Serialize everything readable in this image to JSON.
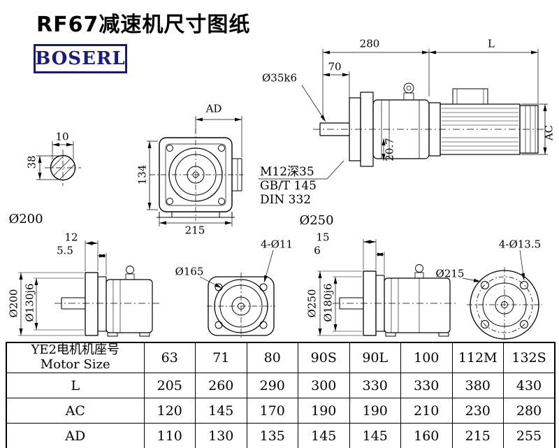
{
  "page": {
    "title": "RF67减速机尺寸图纸",
    "brand": "BOSERL"
  },
  "dims": {
    "shaft_section": {
      "width": "10",
      "height": "38",
      "diameter": "Ø200"
    },
    "front_view": {
      "ad": "AD",
      "height": "134",
      "width": "215"
    },
    "side_view": {
      "overall": "280",
      "motor_length": "L",
      "shaft_len": "70",
      "shaft_dia": "Ø35k6",
      "motor_dia": "AC",
      "key_depth": "20.7",
      "thread_note": "M12深35",
      "std_note": "GB/T 145",
      "din_note": "DIN 332",
      "flange_dia": "Ø250"
    },
    "left_view": {
      "flange_thk": "12",
      "spigot_len": "5.5",
      "flange_dia": "Ø200",
      "spigot_dia": "Ø130j6"
    },
    "mid_flange": {
      "spigot_dia": "Ø165",
      "holes": "4-Ø11"
    },
    "right_view": {
      "flange_thk": "15",
      "spigot_len": "6",
      "flange_dia": "Ø250",
      "spigot_dia": "Ø180j6"
    },
    "round_flange": {
      "spigot_dia": "Ø215",
      "holes": "4-Ø13.5"
    }
  },
  "table": {
    "header_cn": "YE2电机机座号",
    "header_en": "Motor Size",
    "columns": [
      "63",
      "71",
      "80",
      "90S",
      "90L",
      "100",
      "112M",
      "132S"
    ],
    "rows": [
      {
        "label": "L",
        "values": [
          "205",
          "260",
          "290",
          "300",
          "330",
          "330",
          "380",
          "430"
        ]
      },
      {
        "label": "AC",
        "values": [
          "120",
          "145",
          "170",
          "190",
          "190",
          "210",
          "230",
          "280"
        ]
      },
      {
        "label": "AD",
        "values": [
          "110",
          "130",
          "135",
          "145",
          "145",
          "160",
          "215",
          "255"
        ]
      }
    ]
  }
}
